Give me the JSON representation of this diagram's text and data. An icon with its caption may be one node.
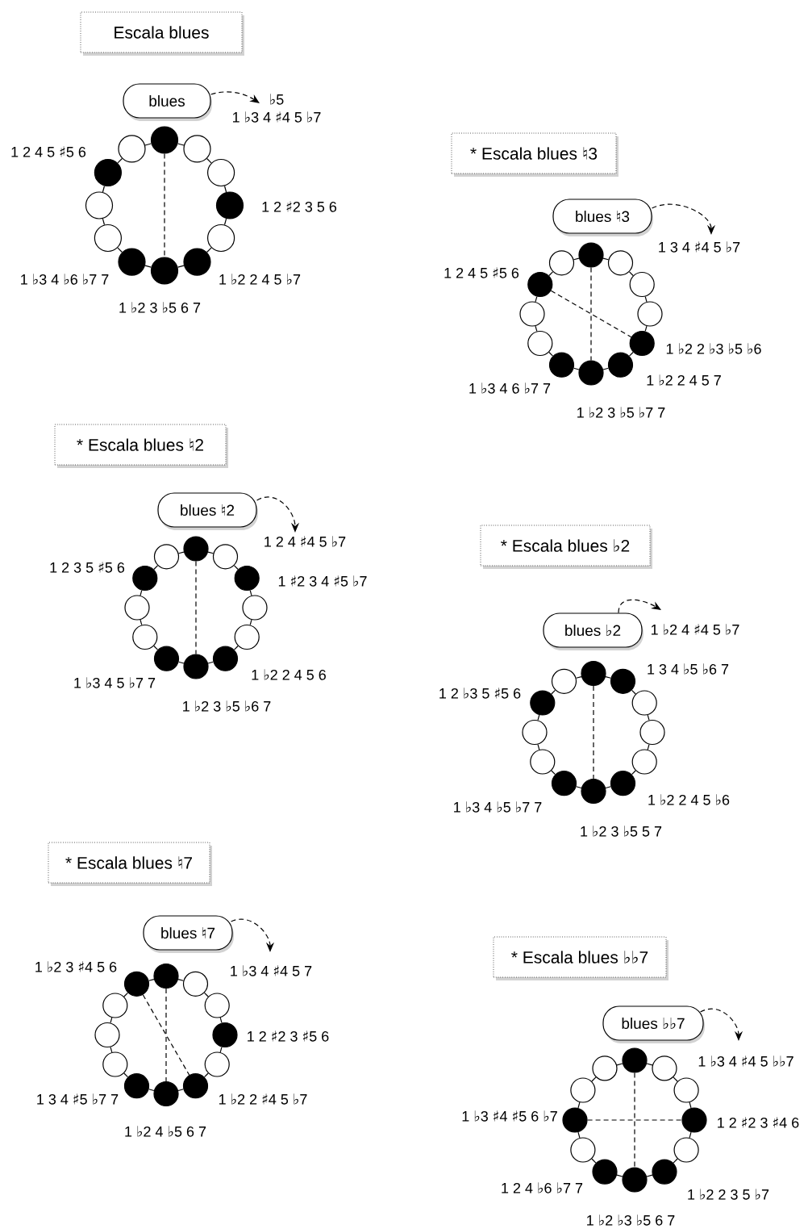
{
  "diagram": {
    "nodes": [
      {
        "text": [
          "Escala blues"
        ]
      },
      {
        "text": [
          "blues"
        ]
      },
      {
        "text": [
          "♭5",
          "1 ♭3 4 ♯4 5 ♭7"
        ]
      },
      {
        "text": [],
        "shape": "disc"
      },
      {
        "text": [],
        "shape": "circle"
      },
      {
        "text": [],
        "shape": "circle"
      },
      {
        "text": [],
        "shape": "disc",
        "beside": [
          "1 2 ♯2 3 5 6"
        ]
      },
      {
        "text": [],
        "shape": "circle"
      },
      {
        "text": [],
        "shape": "disc",
        "beside": [
          "1 ♭2 2 4 5 ♭7"
        ]
      },
      {
        "text": [],
        "shape": "disc",
        "beside": [
          "1 ♭2 3 ♭5 6 7"
        ]
      },
      {
        "text": [],
        "shape": "disc",
        "beside": [
          "1 ♭3 4 ♭6 ♭7 7"
        ]
      },
      {
        "text": [],
        "shape": "circle"
      },
      {
        "text": [],
        "shape": "circle"
      },
      {
        "text": [],
        "shape": "disc",
        "beside": [
          "1 2 4 5 ♯5 6"
        ]
      },
      {
        "text": [],
        "shape": "circle"
      },
      {
        "text": [
          "* Escala blues ♮3"
        ]
      },
      {
        "text": [
          "blues ♮3"
        ]
      },
      {
        "text": [
          "1 3 4 ♯4 5 ♭7"
        ]
      },
      {
        "text": [],
        "shape": "disc"
      },
      {
        "text": [],
        "shape": "circle"
      },
      {
        "text": [],
        "shape": "circle"
      },
      {
        "text": [],
        "shape": "circle"
      },
      {
        "text": [],
        "shape": "disc",
        "beside": [
          "1 ♭2 2 ♭3 ♭5 ♭6"
        ]
      },
      {
        "text": [],
        "shape": "disc",
        "beside": [
          "1 ♭2 2 4 5 7"
        ]
      },
      {
        "text": [],
        "shape": "disc",
        "beside": [
          "1 ♭2 3 ♭5 ♭7 7"
        ]
      },
      {
        "text": [],
        "shape": "disc",
        "beside": [
          "1 ♭3 4 6 ♭7 7"
        ]
      },
      {
        "text": [],
        "shape": "circle"
      },
      {
        "text": [],
        "shape": "circle"
      },
      {
        "text": [],
        "shape": "disc",
        "beside": [
          "1 2 4 5 ♯5 6"
        ]
      },
      {
        "text": [],
        "shape": "circle"
      },
      {
        "text": [
          "* Escala blues ♮2"
        ]
      },
      {
        "text": [
          "blues ♮2"
        ]
      },
      {
        "text": [
          "1 2 4 ♯4 5 ♭7"
        ]
      },
      {
        "text": [],
        "shape": "disc"
      },
      {
        "text": [],
        "shape": "circle"
      },
      {
        "text": [],
        "shape": "disc",
        "beside": [
          "1 ♯2 3 4 ♯5 ♭7"
        ]
      },
      {
        "text": [],
        "shape": "circle"
      },
      {
        "text": [],
        "shape": "circle"
      },
      {
        "text": [],
        "shape": "disc",
        "beside": [
          "1 ♭2 2 4 5 6"
        ]
      },
      {
        "text": [],
        "shape": "disc",
        "beside": [
          "1 ♭2 3 ♭5 ♭6 7"
        ]
      },
      {
        "text": [],
        "shape": "disc",
        "beside": [
          "1 ♭3 4 5 ♭7 7"
        ]
      },
      {
        "text": [],
        "shape": "circle"
      },
      {
        "text": [],
        "shape": "circle"
      },
      {
        "text": [],
        "shape": "disc",
        "beside": [
          "1 2 3 5 ♯5 6"
        ]
      },
      {
        "text": [],
        "shape": "circle"
      },
      {
        "text": [
          "* Escala blues ♭2"
        ]
      },
      {
        "text": [
          "blues ♭2"
        ]
      },
      {
        "text": [
          "1 ♭2 4 ♯4 5 ♭7"
        ]
      },
      {
        "text": [],
        "shape": "disc"
      },
      {
        "text": [],
        "shape": "disc",
        "beside": [
          "1 3 4 ♭5 ♭6 7"
        ]
      },
      {
        "text": [],
        "shape": "circle"
      },
      {
        "text": [],
        "shape": "circle"
      },
      {
        "text": [],
        "shape": "circle"
      },
      {
        "text": [],
        "shape": "disc",
        "beside": [
          "1 ♭2 2 4 5 ♭6"
        ]
      },
      {
        "text": [],
        "shape": "disc",
        "beside": [
          "1 ♭2 3 ♭5 5 7"
        ]
      },
      {
        "text": [],
        "shape": "disc",
        "beside": [
          "1 ♭3 4 ♭5 ♭7 7"
        ]
      },
      {
        "text": [],
        "shape": "circle"
      },
      {
        "text": [],
        "shape": "circle"
      },
      {
        "text": [],
        "shape": "disc",
        "beside": [
          "1 2 ♭3 5 ♯5 6"
        ]
      },
      {
        "text": [],
        "shape": "circle"
      },
      {
        "text": [
          "* Escala blues ♮7"
        ]
      },
      {
        "text": [
          "blues ♮7"
        ]
      },
      {
        "text": [
          "1 ♭3 4 ♯4 5 7"
        ]
      },
      {
        "text": [],
        "shape": "disc"
      },
      {
        "text": [],
        "shape": "circle"
      },
      {
        "text": [],
        "shape": "circle"
      },
      {
        "text": [],
        "shape": "disc",
        "beside": [
          "1 2 ♯2 3 ♯5 6"
        ]
      },
      {
        "text": [],
        "shape": "circle"
      },
      {
        "text": [],
        "shape": "disc",
        "beside": [
          "1 ♭2 2 ♯4 5 ♭7"
        ]
      },
      {
        "text": [],
        "shape": "disc",
        "beside": [
          "1 ♭2 4 ♭5 6 7"
        ]
      },
      {
        "text": [],
        "shape": "disc",
        "beside": [
          "1 3 4 ♯5 ♭7 7"
        ]
      },
      {
        "text": [],
        "shape": "circle"
      },
      {
        "text": [],
        "shape": "circle"
      },
      {
        "text": [],
        "shape": "circle"
      },
      {
        "text": [],
        "shape": "disc",
        "beside": [
          "1 ♭2 3 ♯4 5 6"
        ]
      },
      {
        "text": [
          "* Escala blues ♭♭7"
        ]
      },
      {
        "text": [
          "blues ♭♭7"
        ]
      },
      {
        "text": [
          "1 ♭3 4 ♯4 5 ♭♭7"
        ]
      },
      {
        "text": [],
        "shape": "disc"
      },
      {
        "text": [],
        "shape": "circle"
      },
      {
        "text": [],
        "shape": "circle"
      },
      {
        "text": [],
        "shape": "disc",
        "beside": [
          "1 2 ♯2 3 ♯4 6"
        ]
      },
      {
        "text": [],
        "shape": "circle"
      },
      {
        "text": [],
        "shape": "disc",
        "beside": [
          "1 ♭2 2 3 5 ♭7"
        ]
      },
      {
        "text": [],
        "shape": "disc",
        "beside": [
          "1 ♭2 ♭3 ♭5 6 7"
        ]
      },
      {
        "text": [],
        "shape": "disc",
        "beside": [
          "1 2 4 ♭6 ♭7 7"
        ]
      },
      {
        "text": [],
        "shape": "circle"
      },
      {
        "text": [],
        "shape": "disc",
        "beside": [
          "1 ♭3 ♯4 ♯5 6 ♭7"
        ]
      },
      {
        "text": [],
        "shape": "circle"
      },
      {
        "text": [],
        "shape": "circle"
      }
    ],
    "edges": [
      {
        "from": 1,
        "to": 2,
        "arrow": "to",
        "style": "dashed"
      },
      {
        "from": 3,
        "to": 4,
        "arrow": "none"
      },
      {
        "from": 4,
        "to": 5,
        "arrow": "none"
      },
      {
        "from": 5,
        "to": 6,
        "arrow": "none"
      },
      {
        "from": 6,
        "to": 7,
        "arrow": "none"
      },
      {
        "from": 7,
        "to": 8,
        "arrow": "none"
      },
      {
        "from": 8,
        "to": 9,
        "arrow": "none"
      },
      {
        "from": 9,
        "to": 10,
        "arrow": "none"
      },
      {
        "from": 10,
        "to": 11,
        "arrow": "none"
      },
      {
        "from": 11,
        "to": 12,
        "arrow": "none"
      },
      {
        "from": 12,
        "to": 13,
        "arrow": "none"
      },
      {
        "from": 13,
        "to": 14,
        "arrow": "none"
      },
      {
        "from": 14,
        "to": 3,
        "arrow": "none"
      },
      {
        "from": 3,
        "to": 9,
        "arrow": "none",
        "style": "dashed"
      },
      {
        "from": 16,
        "to": 17,
        "arrow": "to",
        "style": "dashed"
      },
      {
        "from": 18,
        "to": 19,
        "arrow": "none"
      },
      {
        "from": 19,
        "to": 20,
        "arrow": "none"
      },
      {
        "from": 20,
        "to": 21,
        "arrow": "none"
      },
      {
        "from": 21,
        "to": 22,
        "arrow": "none"
      },
      {
        "from": 22,
        "to": 23,
        "arrow": "none"
      },
      {
        "from": 23,
        "to": 24,
        "arrow": "none"
      },
      {
        "from": 24,
        "to": 25,
        "arrow": "none"
      },
      {
        "from": 25,
        "to": 26,
        "arrow": "none"
      },
      {
        "from": 26,
        "to": 27,
        "arrow": "none"
      },
      {
        "from": 27,
        "to": 28,
        "arrow": "none"
      },
      {
        "from": 28,
        "to": 29,
        "arrow": "none"
      },
      {
        "from": 29,
        "to": 18,
        "arrow": "none"
      },
      {
        "from": 18,
        "to": 24,
        "arrow": "none",
        "style": "dashed"
      },
      {
        "from": 28,
        "to": 22,
        "arrow": "none",
        "style": "dashed"
      },
      {
        "from": 31,
        "to": 32,
        "arrow": "to",
        "style": "dashed"
      },
      {
        "from": 33,
        "to": 34,
        "arrow": "none"
      },
      {
        "from": 34,
        "to": 35,
        "arrow": "none"
      },
      {
        "from": 35,
        "to": 36,
        "arrow": "none"
      },
      {
        "from": 36,
        "to": 37,
        "arrow": "none"
      },
      {
        "from": 37,
        "to": 38,
        "arrow": "none"
      },
      {
        "from": 38,
        "to": 39,
        "arrow": "none"
      },
      {
        "from": 39,
        "to": 40,
        "arrow": "none"
      },
      {
        "from": 40,
        "to": 41,
        "arrow": "none"
      },
      {
        "from": 41,
        "to": 42,
        "arrow": "none"
      },
      {
        "from": 42,
        "to": 43,
        "arrow": "none"
      },
      {
        "from": 43,
        "to": 44,
        "arrow": "none"
      },
      {
        "from": 44,
        "to": 33,
        "arrow": "none"
      },
      {
        "from": 33,
        "to": 39,
        "arrow": "none",
        "style": "dashed"
      },
      {
        "from": 46,
        "to": 47,
        "arrow": "to",
        "style": "dashed"
      },
      {
        "from": 48,
        "to": 49,
        "arrow": "none"
      },
      {
        "from": 49,
        "to": 50,
        "arrow": "none"
      },
      {
        "from": 50,
        "to": 51,
        "arrow": "none"
      },
      {
        "from": 51,
        "to": 52,
        "arrow": "none"
      },
      {
        "from": 52,
        "to": 53,
        "arrow": "none"
      },
      {
        "from": 53,
        "to": 54,
        "arrow": "none"
      },
      {
        "from": 54,
        "to": 55,
        "arrow": "none"
      },
      {
        "from": 55,
        "to": 56,
        "arrow": "none"
      },
      {
        "from": 56,
        "to": 57,
        "arrow": "none"
      },
      {
        "from": 57,
        "to": 58,
        "arrow": "none"
      },
      {
        "from": 58,
        "to": 59,
        "arrow": "none"
      },
      {
        "from": 59,
        "to": 48,
        "arrow": "none"
      },
      {
        "from": 48,
        "to": 54,
        "arrow": "none",
        "style": "dashed"
      },
      {
        "from": 61,
        "to": 62,
        "arrow": "to",
        "style": "dashed"
      },
      {
        "from": 63,
        "to": 64,
        "arrow": "none"
      },
      {
        "from": 64,
        "to": 65,
        "arrow": "none"
      },
      {
        "from": 65,
        "to": 66,
        "arrow": "none"
      },
      {
        "from": 66,
        "to": 67,
        "arrow": "none"
      },
      {
        "from": 67,
        "to": 68,
        "arrow": "none"
      },
      {
        "from": 68,
        "to": 69,
        "arrow": "none"
      },
      {
        "from": 69,
        "to": 70,
        "arrow": "none"
      },
      {
        "from": 70,
        "to": 71,
        "arrow": "none"
      },
      {
        "from": 71,
        "to": 72,
        "arrow": "none"
      },
      {
        "from": 72,
        "to": 73,
        "arrow": "none"
      },
      {
        "from": 73,
        "to": 74,
        "arrow": "none"
      },
      {
        "from": 74,
        "to": 63,
        "arrow": "none"
      },
      {
        "from": 63,
        "to": 69,
        "arrow": "none",
        "style": "dashed"
      },
      {
        "from": 74,
        "to": 68,
        "arrow": "none",
        "style": "dashed"
      },
      {
        "from": 76,
        "to": 77,
        "arrow": "to",
        "style": "dashed"
      },
      {
        "from": 78,
        "to": 79,
        "arrow": "none"
      },
      {
        "from": 79,
        "to": 80,
        "arrow": "none"
      },
      {
        "from": 80,
        "to": 81,
        "arrow": "none"
      },
      {
        "from": 81,
        "to": 82,
        "arrow": "none"
      },
      {
        "from": 82,
        "to": 83,
        "arrow": "none"
      },
      {
        "from": 83,
        "to": 84,
        "arrow": "none"
      },
      {
        "from": 84,
        "to": 85,
        "arrow": "none"
      },
      {
        "from": 85,
        "to": 86,
        "arrow": "none"
      },
      {
        "from": 86,
        "to": 87,
        "arrow": "none"
      },
      {
        "from": 87,
        "to": 88,
        "arrow": "none"
      },
      {
        "from": 88,
        "to": 89,
        "arrow": "none"
      },
      {
        "from": 89,
        "to": 78,
        "arrow": "none"
      },
      {
        "from": 78,
        "to": 84,
        "arrow": "none",
        "style": "dashed"
      },
      {
        "from": 87,
        "to": 81,
        "arrow": "none",
        "style": "dashed"
      }
    ]
  }
}
